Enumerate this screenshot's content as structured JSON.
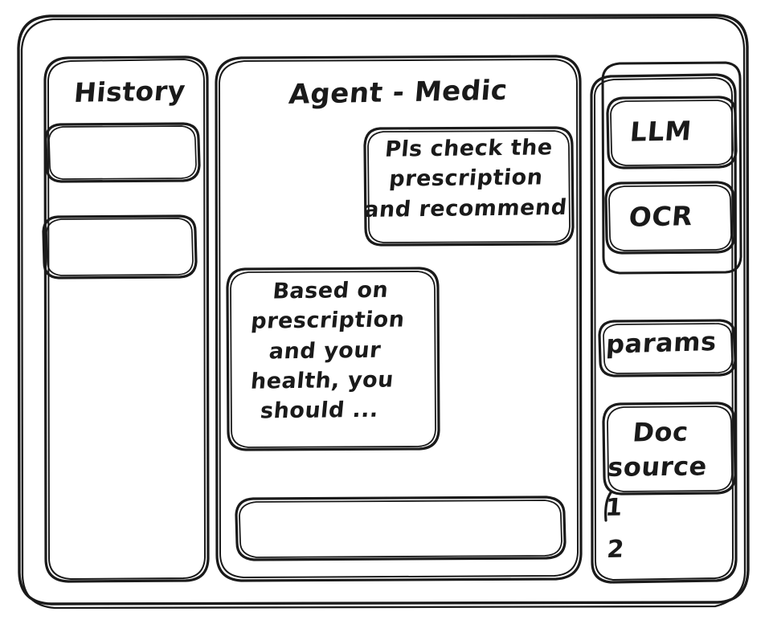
{
  "app": {
    "title": "Agent - Medic",
    "style": "hand-drawn wireframe sketch",
    "ink_color": "#1a1a1a",
    "paper_color": "#ffffff"
  },
  "sidebar_left": {
    "title": "History",
    "items": [
      {
        "label": ""
      },
      {
        "label": ""
      }
    ]
  },
  "main": {
    "title": "Agent - Medic",
    "messages": [
      {
        "role": "user",
        "text": "Pls check the\nprescription\nand recommend"
      },
      {
        "role": "agent",
        "text": "Based on\nprescription\nand your\nhealth, you\nshould ..."
      }
    ],
    "composer": {
      "value": "",
      "placeholder": ""
    }
  },
  "sidebar_right": {
    "tools": [
      {
        "label": "LLM"
      },
      {
        "label": "OCR"
      }
    ],
    "params": {
      "label": "params"
    },
    "doc_source": {
      "label": "Doc\nsource",
      "items": [
        "1",
        "2"
      ]
    }
  }
}
